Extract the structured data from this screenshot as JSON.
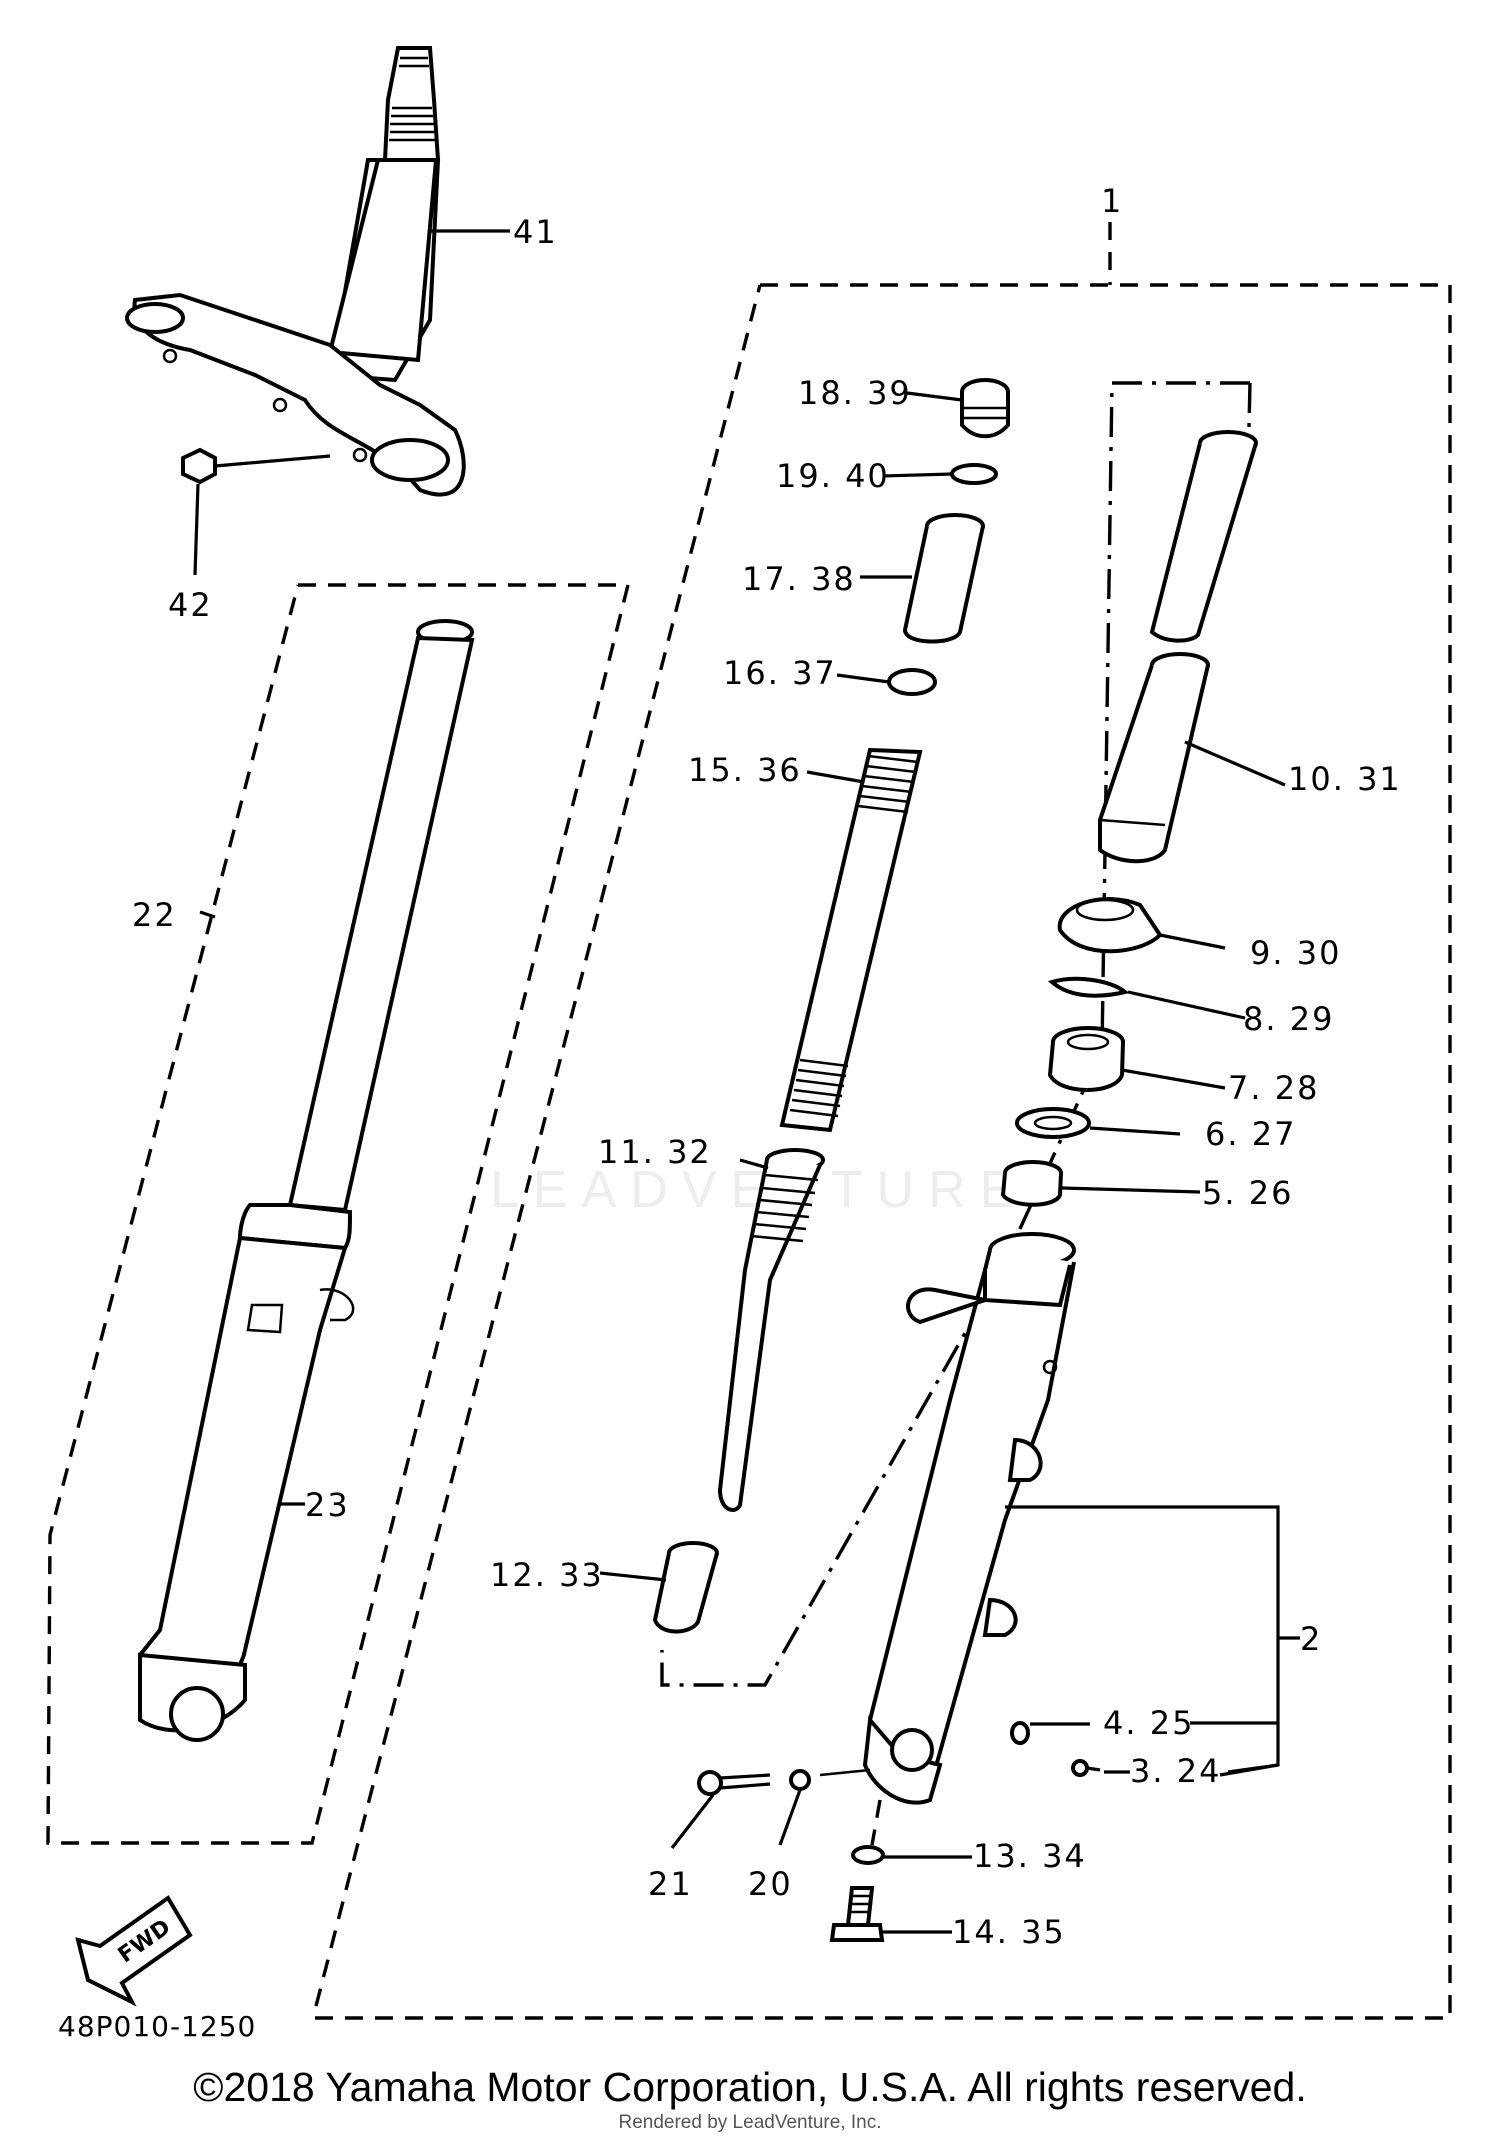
{
  "diagram": {
    "code": "48P010-1250",
    "fwd_label": "FWD",
    "watermark": "LEADVENTURE",
    "callouts": {
      "c1": "1",
      "c2": "2",
      "c3_24": "3. 24",
      "c4_25": "4. 25",
      "c5_26": "5. 26",
      "c6_27": "6. 27",
      "c7_28": "7. 28",
      "c8_29": "8. 29",
      "c9_30": "9. 30",
      "c10_31": "10. 31",
      "c11_32": "11. 32",
      "c12_33": "12. 33",
      "c13_34": "13. 34",
      "c14_35": "14. 35",
      "c15_36": "15. 36",
      "c16_37": "16. 37",
      "c17_38": "17. 38",
      "c18_39": "18. 39",
      "c19_40": "19. 40",
      "c20": "20",
      "c21": "21",
      "c22": "22",
      "c23": "23",
      "c41": "41",
      "c42": "42"
    }
  },
  "footer": {
    "copyright": "©2018 Yamaha Motor Corporation, U.S.A. All rights reserved.",
    "rendered_by": "Rendered by LeadVenture, Inc."
  }
}
